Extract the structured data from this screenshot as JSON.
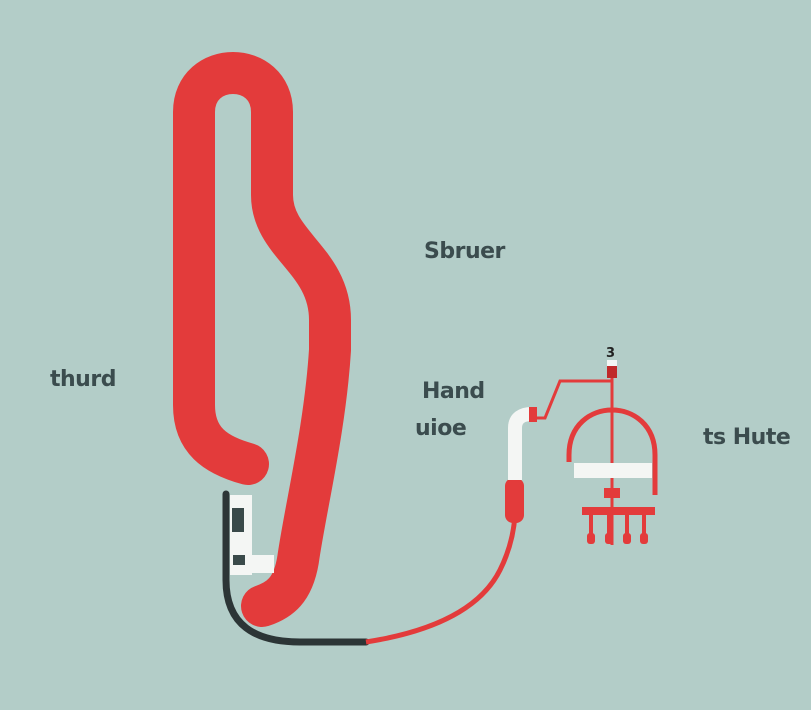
{
  "labels": {
    "left": "thurd",
    "top": "Sbruer",
    "middle_line1": "Hand",
    "middle_line2": "uioe",
    "right": "ts Hute",
    "valve_tag": "3"
  },
  "colors": {
    "background": "#b3cdc8",
    "hose_red": "#e33b3b",
    "cable_black": "#2c3536",
    "text": "#3b4c4e",
    "white": "#f4f6f4"
  }
}
